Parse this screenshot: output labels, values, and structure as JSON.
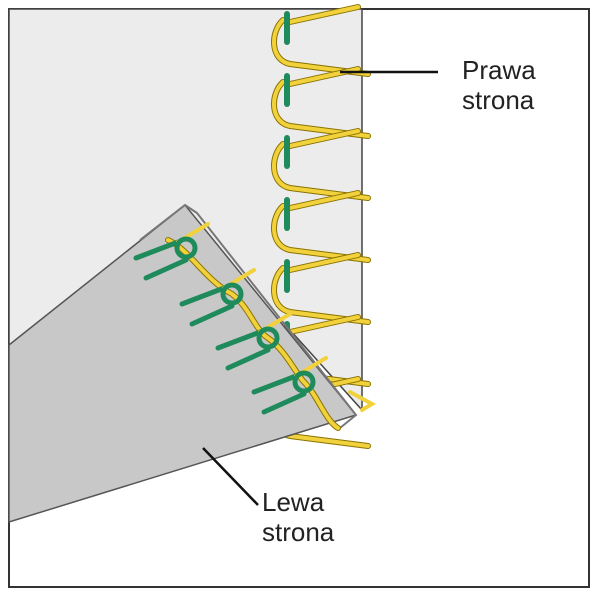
{
  "labels": {
    "right_side": [
      "Prawa",
      "strona"
    ],
    "left_side": [
      "Lewa",
      "strona"
    ]
  },
  "colors": {
    "border": "#333333",
    "fabric_right": "#ececec",
    "fabric_left": "#c8c8c8",
    "fabric_left_edge": "#a9a9a9",
    "needle_thread": "#1f8a5b",
    "looper_thread": "#f2d23c",
    "leader_line": "#111111"
  }
}
